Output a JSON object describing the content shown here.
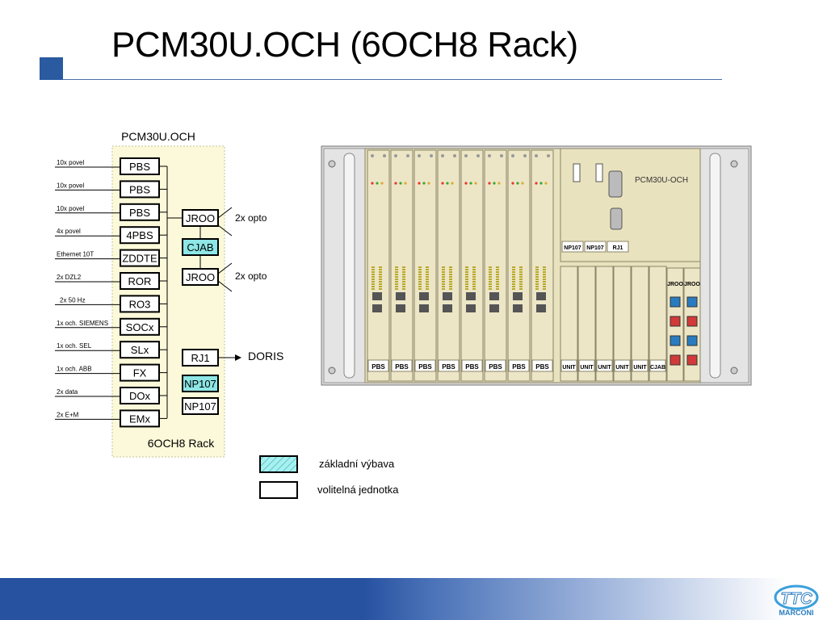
{
  "title": "PCM30U.OCH   (6OCH8 Rack)",
  "diagram": {
    "box_title": "PCM30U.OCH",
    "rack_label": "6OCH8 Rack",
    "inputs": [
      "10x povel",
      "10x povel",
      "10x povel",
      "4x povel",
      "Ethernet 10T",
      "2x DZL2",
      "2x 50 Hz",
      "1x och. SIEMENS",
      "1x och. SEL",
      "1x och. ABB",
      "2x data",
      "2x E+M"
    ],
    "left_modules": [
      "PBS",
      "PBS",
      "PBS",
      "4PBS",
      "ZDDTE",
      "ROR",
      "RO3",
      "SOCx",
      "SLx",
      "FX",
      "DOx",
      "EMx"
    ],
    "right_modules": [
      "JROO",
      "CJAB",
      "JROO",
      "RJ1",
      "NP107",
      "NP107"
    ],
    "opto_labels": [
      "2x opto",
      "2x opto"
    ],
    "doris_label": "DORIS"
  },
  "legend": {
    "basic": "základní výbava",
    "optional": "volitelná jednotka"
  },
  "rack": {
    "panel_label": "PCM30U-OCH",
    "pbs_cards": [
      "PBS",
      "PBS",
      "PBS",
      "PBS",
      "PBS",
      "PBS",
      "PBS",
      "PBS"
    ],
    "top_right_cards": [
      "NP107",
      "NP107",
      "RJ1"
    ],
    "bottom_cards": [
      "UNIT",
      "UNIT",
      "UNIT",
      "UNIT",
      "UNIT",
      "CJAB"
    ],
    "jroo_cards": [
      "JROO",
      "JROO"
    ]
  },
  "logo": {
    "line1": "TTC",
    "line2": "MARCONI"
  },
  "colors": {
    "accent": "#2a5aa0",
    "rack_beige": "#e9e2be",
    "box_fill": "#fbf9d9",
    "highlight": "#8ee6e6"
  }
}
